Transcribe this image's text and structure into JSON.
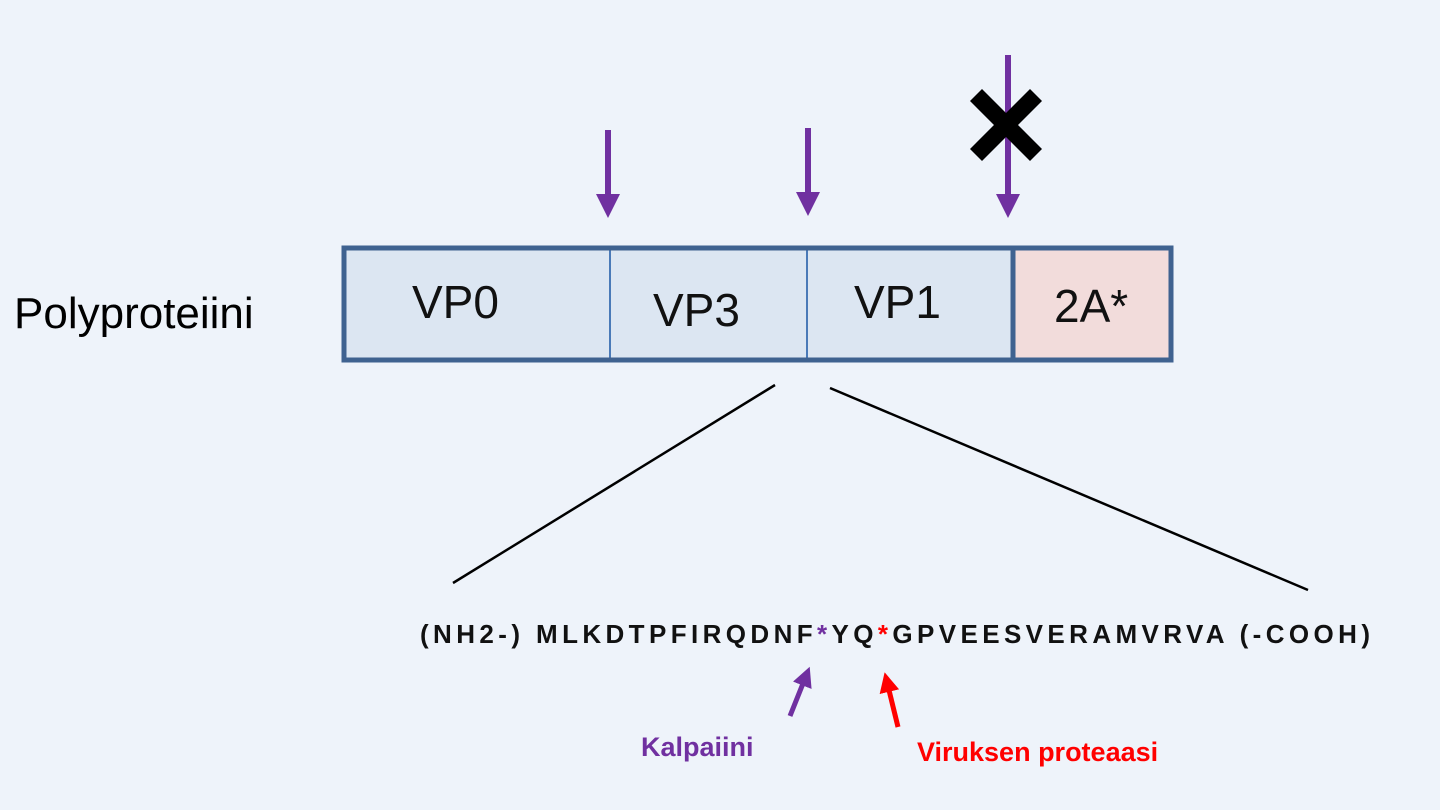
{
  "title": "Polyproteiini",
  "segments": [
    {
      "label": "VP0"
    },
    {
      "label": "VP3"
    },
    {
      "label": "VP1"
    },
    {
      "label": "2A*"
    }
  ],
  "sequence": {
    "n_term": "(NH2-)",
    "part1": "MLKDTPFIRQDNF",
    "cut1": "*",
    "part2": "YQ",
    "cut2": "*",
    "part3": "GPVEESVERAMVRVA",
    "c_term": "(-COOH)"
  },
  "enzymes": {
    "calpain": "Kalpaiini",
    "viral_protease": "Viruksen proteaasi"
  },
  "colors": {
    "background": "#eef3fa",
    "segment_fill": "#dce6f2",
    "segment_2a_fill": "#f2dcdb",
    "border": "#3f6290",
    "calpain": "#7030a0",
    "viral_protease": "#ff0000"
  }
}
